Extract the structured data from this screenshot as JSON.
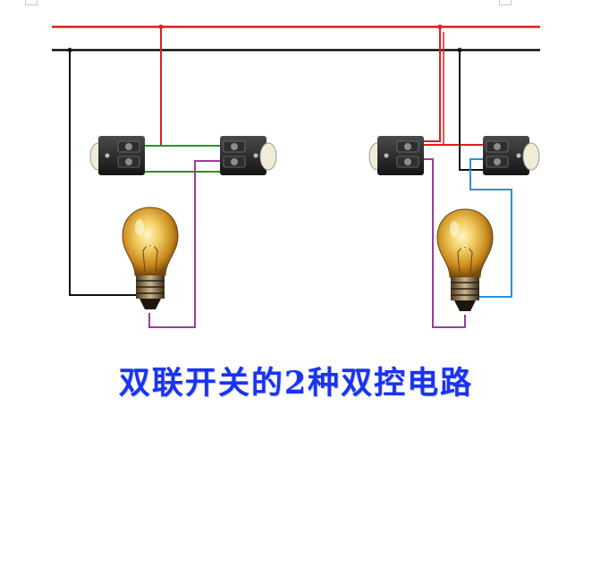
{
  "title": "双联开关的2种双控电路",
  "colors": {
    "live_wire": "#e01e1e",
    "neutral_wire": "#111111",
    "traveler_green": "#1c9a2a",
    "lamp_purple": "#9b3d9b",
    "lamp_blue": "#2f8fd6",
    "title_text": "#1a33ee"
  },
  "diagram": {
    "circuits": [
      {
        "name": "circuit-left",
        "components": [
          "switch-a",
          "switch-b",
          "bulb"
        ]
      },
      {
        "name": "circuit-right",
        "components": [
          "switch-a",
          "switch-b",
          "bulb"
        ]
      }
    ]
  }
}
